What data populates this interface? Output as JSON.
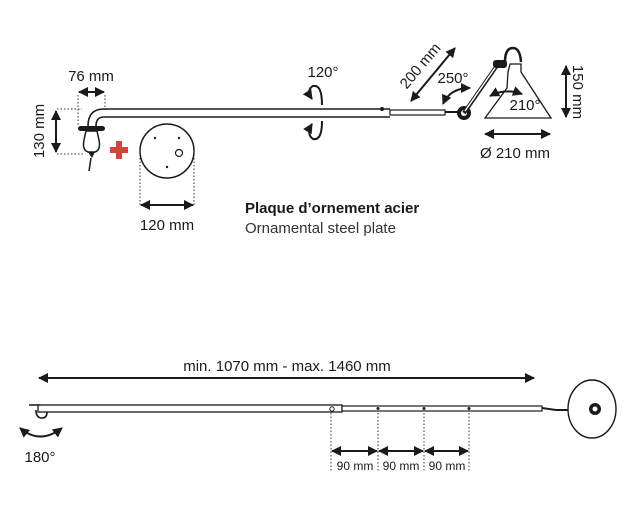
{
  "top_view": {
    "bracket_width": "76 mm",
    "bracket_height": "130 mm",
    "arm_rotation": "120°",
    "upper_arm_length": "200 mm",
    "elbow_angle": "250°",
    "shade_angle": "210°",
    "shade_height": "150 mm",
    "shade_diameter": "Ø 210 mm",
    "plate_diameter": "120 mm"
  },
  "plate_caption": {
    "title": "Plaque d’ornement acier",
    "subtitle": "Ornamental steel plate"
  },
  "bottom_view": {
    "length_range": "min. 1070 mm - max. 1460 mm",
    "base_rotation": "180°",
    "increments": [
      "90 mm",
      "90 mm",
      "90 mm"
    ]
  },
  "colors": {
    "line": "#1a1a1a",
    "plus": "#d0463b"
  }
}
